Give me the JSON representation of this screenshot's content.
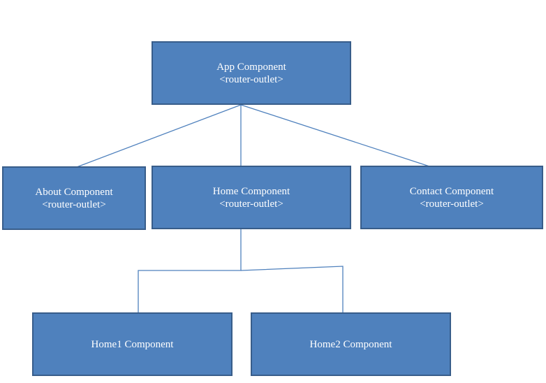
{
  "diagram": {
    "nodes": {
      "app": {
        "title": "App Component",
        "subtitle": "<router-outlet>"
      },
      "about": {
        "title": "About Component",
        "subtitle": "<router-outlet>"
      },
      "home": {
        "title": "Home Component",
        "subtitle": "<router-outlet>"
      },
      "contact": {
        "title": "Contact Component",
        "subtitle": "<router-outlet>"
      },
      "home1": {
        "title": "Home1 Component"
      },
      "home2": {
        "title": "Home2 Component"
      }
    },
    "colors": {
      "node_fill": "#4f81bd",
      "node_border": "#385d8a",
      "connector": "#4f81bd",
      "text": "#ffffff"
    }
  }
}
